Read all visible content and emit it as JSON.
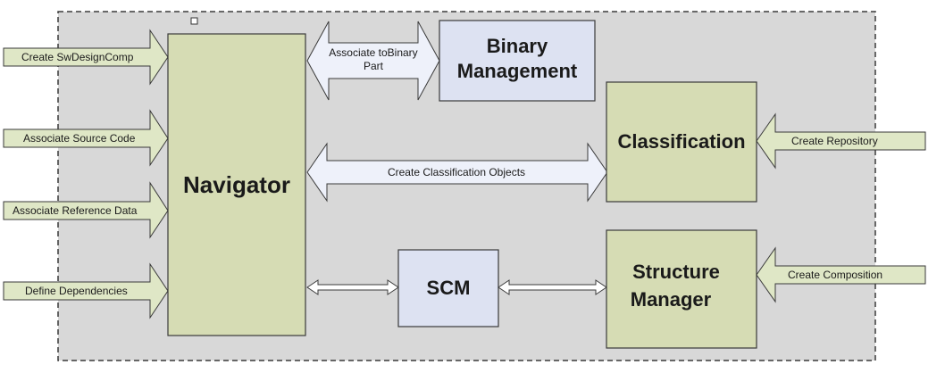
{
  "boxes": {
    "navigator": "Navigator",
    "binary_line1": "Binary",
    "binary_line2": "Management",
    "classification": "Classification",
    "scm": "SCM",
    "structure_line1": "Structure",
    "structure_line2": "Manager"
  },
  "left_inputs": [
    "Create SwDesignComp",
    "Associate Source Code",
    "Associate Reference Data",
    "Define Dependencies"
  ],
  "right_inputs": {
    "repository": "Create Repository",
    "composition": "Create Composition"
  },
  "links": {
    "binary_line1": "Associate toBinary",
    "binary_line2": "Part",
    "classification_objects": "Create Classification Objects"
  },
  "colors": {
    "background": "#d8d8d8",
    "green_box": "#d6dcb4",
    "blue_box": "#dde2f2",
    "input_arrow": "#dfe7c6",
    "link_arrow": "#eef1fa",
    "stroke": "#3a3a3a"
  }
}
